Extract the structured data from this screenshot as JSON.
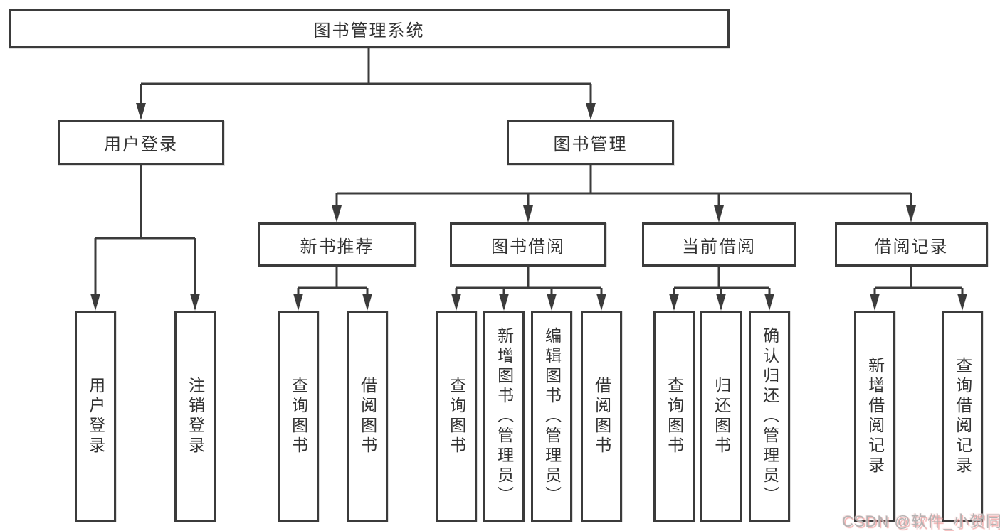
{
  "nodes": {
    "root": {
      "label": "图书管理系统"
    },
    "user_login": {
      "label": "用户登录",
      "children": [
        {
          "label": "用户登录"
        },
        {
          "label": "注销登录"
        }
      ]
    },
    "book_management": {
      "label": "图书管理",
      "children": [
        {
          "label": "新书推荐",
          "children": [
            {
              "label": "查询图书"
            },
            {
              "label": "借阅图书"
            }
          ]
        },
        {
          "label": "图书借阅",
          "children": [
            {
              "label": "查询图书"
            },
            {
              "label": "新增图书（管理员）"
            },
            {
              "label": "编辑图书（管理员）"
            },
            {
              "label": "借阅图书"
            }
          ]
        },
        {
          "label": "当前借阅",
          "children": [
            {
              "label": "查询图书"
            },
            {
              "label": "归还图书"
            },
            {
              "label": "确认归还（管理员）"
            }
          ]
        },
        {
          "label": "借阅记录",
          "children": [
            {
              "label": "新增借阅记录"
            },
            {
              "label": "查询借阅记录"
            }
          ]
        }
      ]
    }
  },
  "watermark": {
    "text": "CSDN @软件_小贺同学"
  },
  "colors": {
    "line": "#3b3b3b",
    "box_border": "#3b3b3b",
    "box_fill": "#ffffff",
    "text": "#333333",
    "background": "#ffffff",
    "watermark_text": "#b3b3b3",
    "watermark_shadow": "#eea0a0"
  }
}
